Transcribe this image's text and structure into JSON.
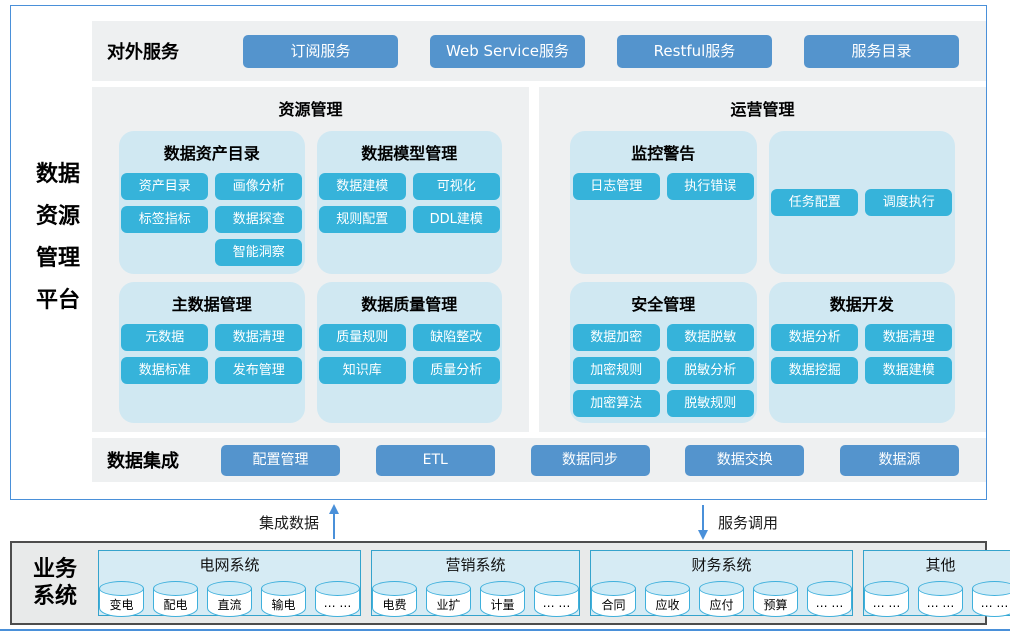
{
  "colors": {
    "outer_border_blue": "#4a90d9",
    "button_blue": "#5494cd",
    "button_cyan": "#36b3da",
    "panel_gray": "#eef0f1",
    "subpanel_blue": "#d0e8f2",
    "system_box_bg": "#d6ebf4",
    "system_box_border": "#35a3cc",
    "bottom_box_bg": "#e8eaea"
  },
  "platform": {
    "title": "数据资源管理平台",
    "lines": [
      "数据",
      "资源",
      "管理",
      "平台"
    ]
  },
  "external_services": {
    "label": "对外服务",
    "buttons": [
      "订阅服务",
      "Web Service服务",
      "Restful服务",
      "服务目录"
    ]
  },
  "resource_mgmt": {
    "title": "资源管理",
    "groups": [
      {
        "title": "数据资产目录",
        "buttons": [
          "资产目录",
          "画像分析",
          "标签指标",
          "数据探查",
          "智能洞察"
        ]
      },
      {
        "title": "数据模型管理",
        "buttons": [
          "数据建模",
          "可视化",
          "规则配置",
          "DDL建模"
        ]
      },
      {
        "title": "主数据管理",
        "buttons": [
          "元数据",
          "数据清理",
          "数据标准",
          "发布管理"
        ]
      },
      {
        "title": "数据质量管理",
        "buttons": [
          "质量规则",
          "缺陷整改",
          "知识库",
          "质量分析"
        ]
      }
    ]
  },
  "operation_mgmt": {
    "title": "运营管理",
    "groups": [
      {
        "title": "监控警告",
        "buttons": [
          "日志管理",
          "执行错误"
        ]
      },
      {
        "title": "",
        "buttons": [
          "任务配置",
          "调度执行"
        ]
      },
      {
        "title": "安全管理",
        "buttons": [
          "数据加密",
          "数据脱敏",
          "加密规则",
          "脱敏分析",
          "加密算法",
          "脱敏规则"
        ]
      },
      {
        "title": "数据开发",
        "buttons": [
          "数据分析",
          "数据清理",
          "数据挖掘",
          "数据建模"
        ]
      }
    ]
  },
  "data_integration": {
    "label": "数据集成",
    "buttons": [
      "配置管理",
      "ETL",
      "数据同步",
      "数据交换",
      "数据源"
    ]
  },
  "flows": {
    "up_label": "集成数据",
    "down_label": "服务调用"
  },
  "business_systems": {
    "label_lines": [
      "业务",
      "系统"
    ],
    "systems": [
      {
        "title": "电网系统",
        "items": [
          "变电",
          "配电",
          "直流",
          "输电",
          "… …"
        ]
      },
      {
        "title": "营销系统",
        "items": [
          "电费",
          "业扩",
          "计量",
          "… …"
        ]
      },
      {
        "title": "财务系统",
        "items": [
          "合同",
          "应收",
          "应付",
          "预算",
          "… …"
        ]
      },
      {
        "title": "其他",
        "items": [
          "… …",
          "… …",
          "… …"
        ]
      }
    ]
  }
}
